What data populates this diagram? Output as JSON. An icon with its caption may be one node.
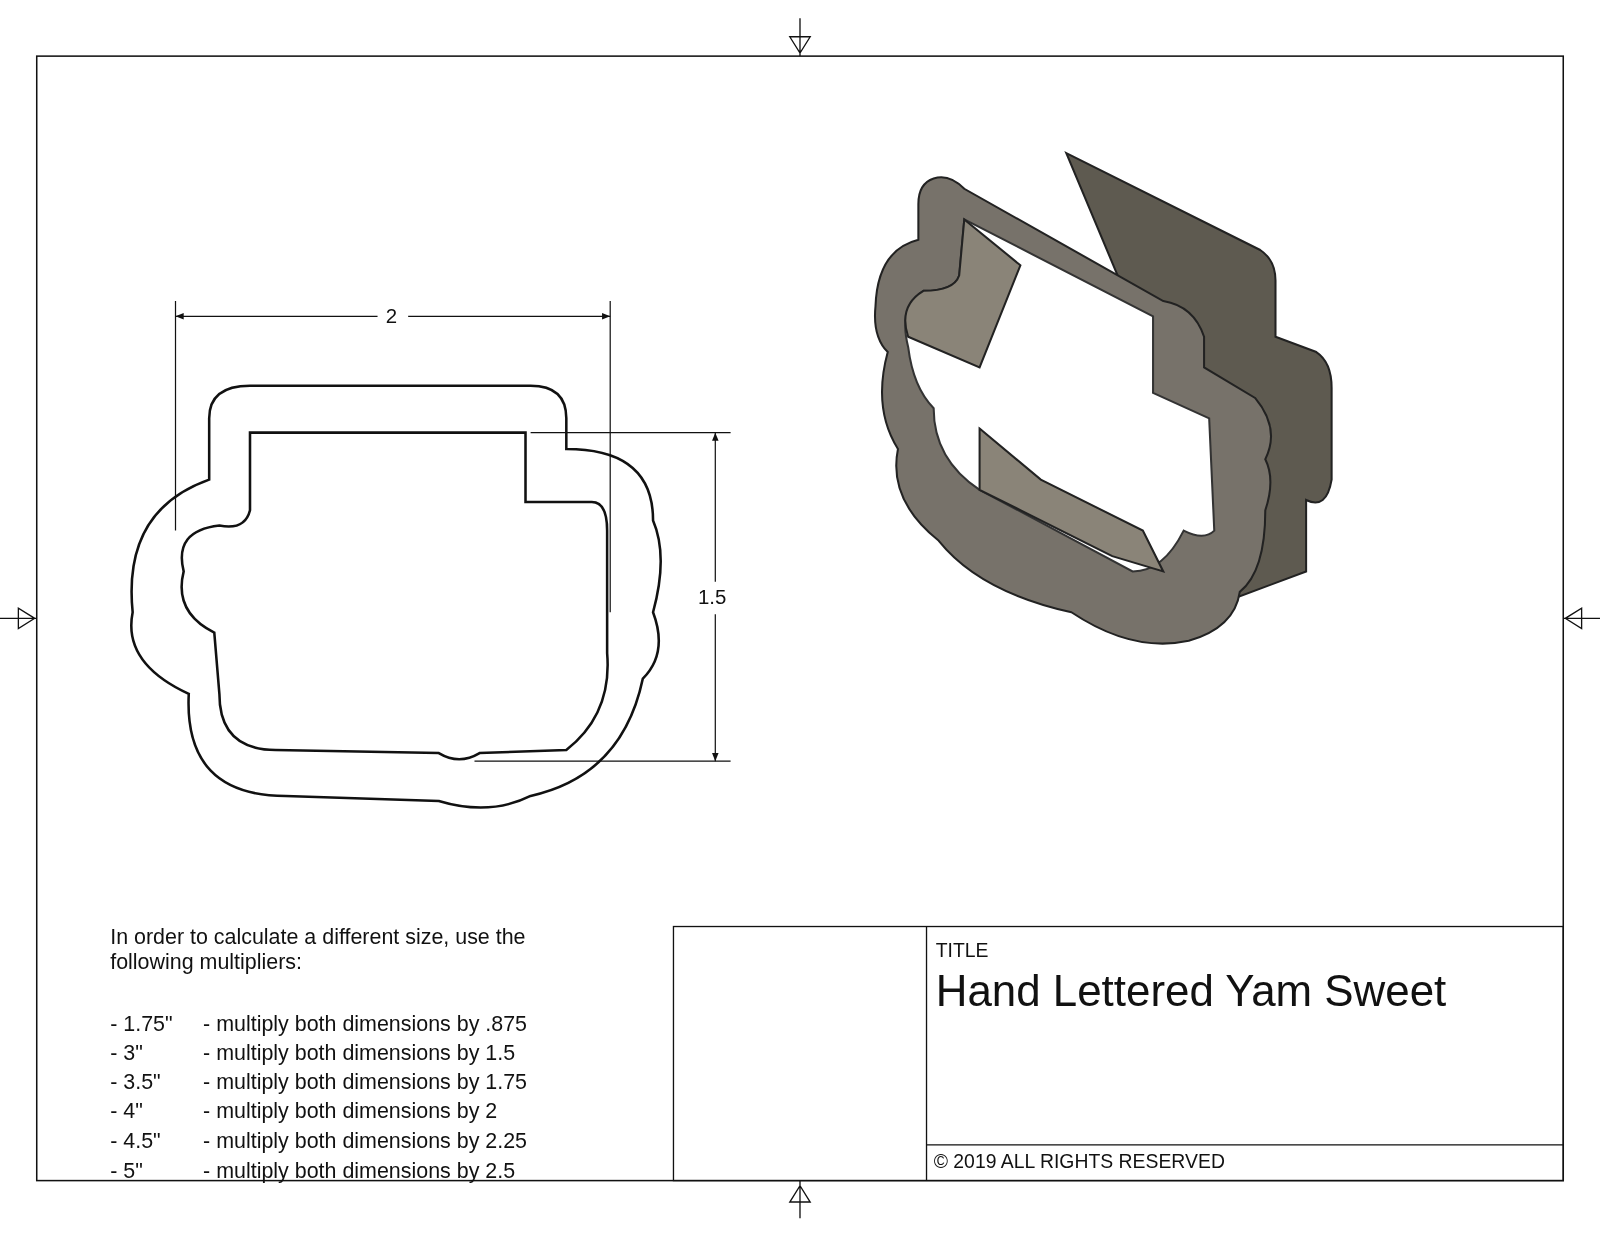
{
  "diagram": {
    "title": "Hand Lettered Yam Sweet",
    "labels": [
      "2",
      "1.5",
      "In order to calculate a different size, use the following multipliers:",
      "- 1.75\"",
      "- multiply both dimensions by .875",
      "- 3\"",
      "- multiply both dimensions by 1.5",
      "- 3.5\"",
      "- multiply both dimensions by 1.75",
      "- 4\"",
      "- multiply both dimensions by 2",
      "- 4.5\"",
      "- multiply both dimensions by 2.25",
      "- 5\"",
      "- multiply both dimensions by 2.5",
      "TITLE",
      "© 2019 ALL RIGHTS RESERVED"
    ]
  }
}
